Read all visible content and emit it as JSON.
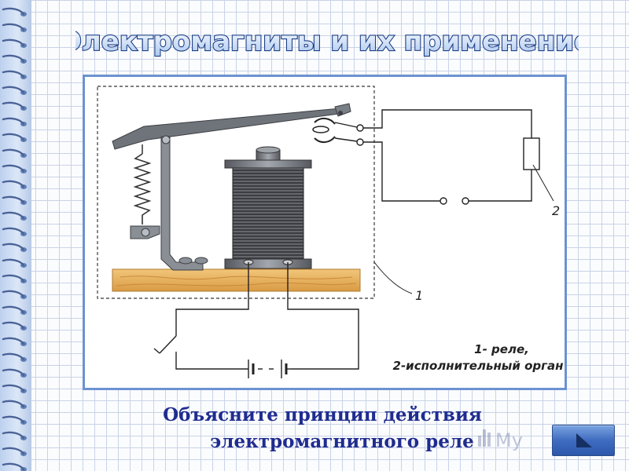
{
  "slide": {
    "title": "Электромагниты и их применение",
    "caption_line1": "Объясните  принцип действия",
    "caption_line2": "электромагнитного реле"
  },
  "figure": {
    "label_1": "1",
    "label_2": "2",
    "legend_line1": "1- реле,",
    "legend_line2": "2-исполнительный орган"
  },
  "watermark": {
    "text": "My "
  },
  "nav": {
    "icon": "navigate-next-icon"
  },
  "colors": {
    "title_fill": "#c7dbf6",
    "title_stroke": "#1d3f86",
    "caption": "#1f2c8f",
    "frame_border": "#6c92d1",
    "wood": "#e8b461"
  }
}
